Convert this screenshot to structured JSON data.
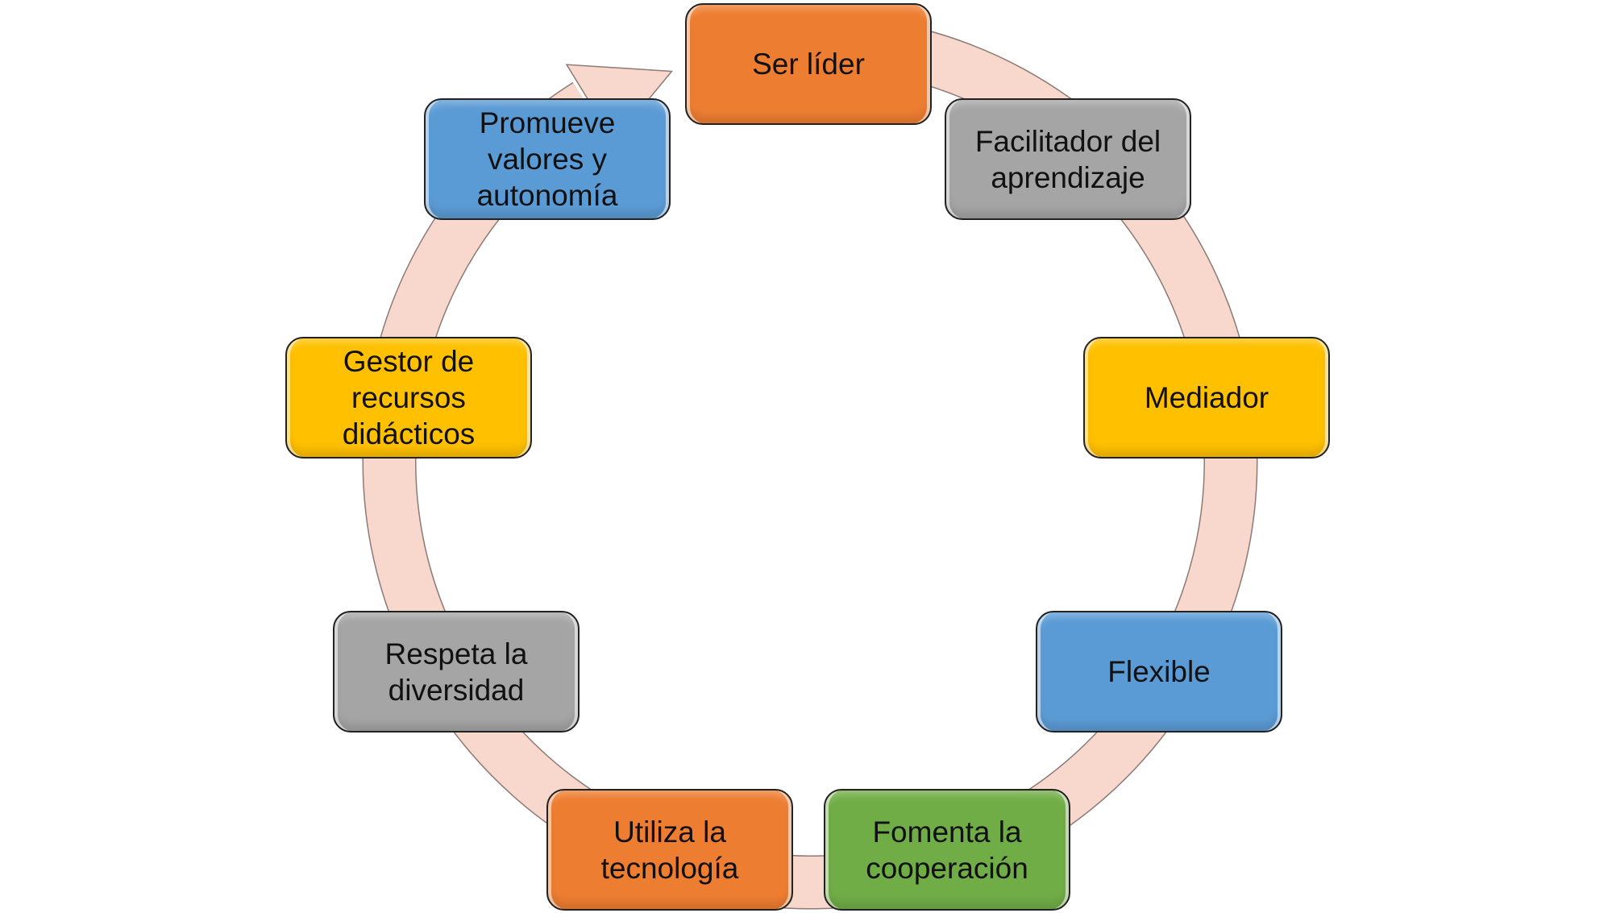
{
  "diagram": {
    "ring_color": "#f8d7cc",
    "ring_outline": "#8c7a76",
    "nodes": [
      {
        "label": "Ser líder",
        "color": "#ed7d31"
      },
      {
        "label": "Facilitador del aprendizaje",
        "color": "#a5a5a5"
      },
      {
        "label": "Mediador",
        "color": "#ffc000"
      },
      {
        "label": "Flexible",
        "color": "#5b9bd5"
      },
      {
        "label": "Fomenta la cooperación",
        "color": "#70ad47"
      },
      {
        "label": "Utiliza la tecnología",
        "color": "#ed7d31"
      },
      {
        "label": "Respeta la diversidad",
        "color": "#a5a5a5"
      },
      {
        "label": "Gestor de recursos didácticos",
        "color": "#ffc000"
      },
      {
        "label": "Promueve valores y autonomía",
        "color": "#5b9bd5"
      }
    ]
  }
}
